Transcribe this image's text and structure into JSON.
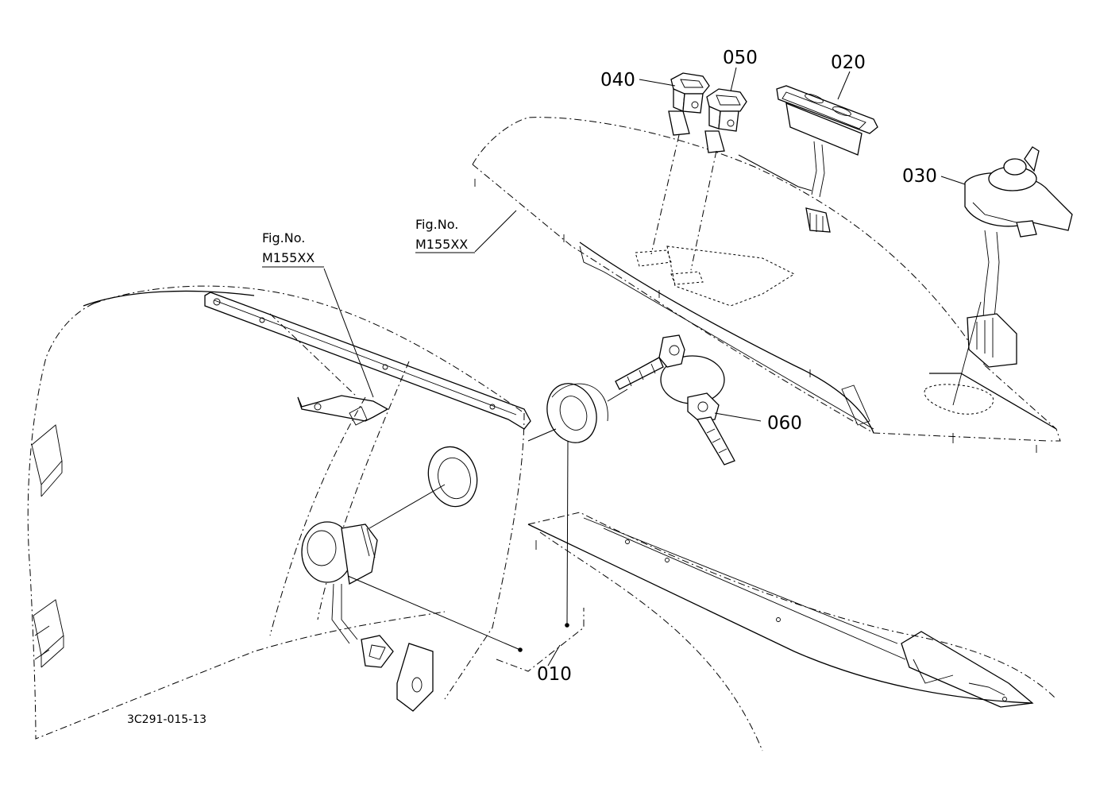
{
  "callouts": {
    "c040": "040",
    "c050": "050",
    "c020": "020",
    "c030": "030",
    "c060": "060",
    "c010": "010"
  },
  "figrefs": {
    "left": {
      "line1": "Fig.No.",
      "line2": "M155XX"
    },
    "upper": {
      "line1": "Fig.No.",
      "line2": "M155XX"
    }
  },
  "drawing_code": "3C291-015-13"
}
